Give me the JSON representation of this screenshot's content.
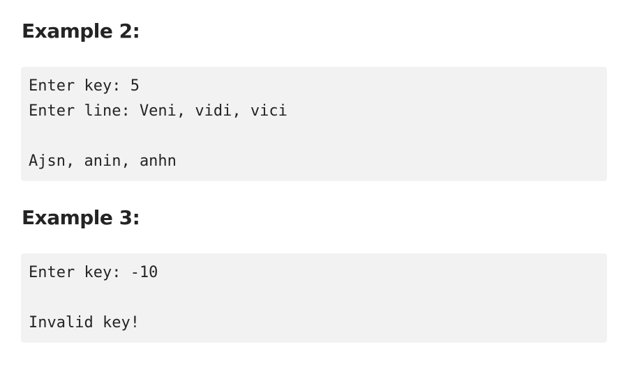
{
  "examples": [
    {
      "heading": "Example 2:",
      "lines": [
        "Enter key: 5",
        "Enter line: Veni, vidi, vici",
        "",
        "Ajsn, anin, anhn"
      ]
    },
    {
      "heading": "Example 3:",
      "lines": [
        "Enter key: -10",
        "",
        "Invalid key!"
      ]
    }
  ],
  "colors": {
    "text": "#242424",
    "code_background": "#f2f2f2",
    "page_background": "#ffffff"
  }
}
